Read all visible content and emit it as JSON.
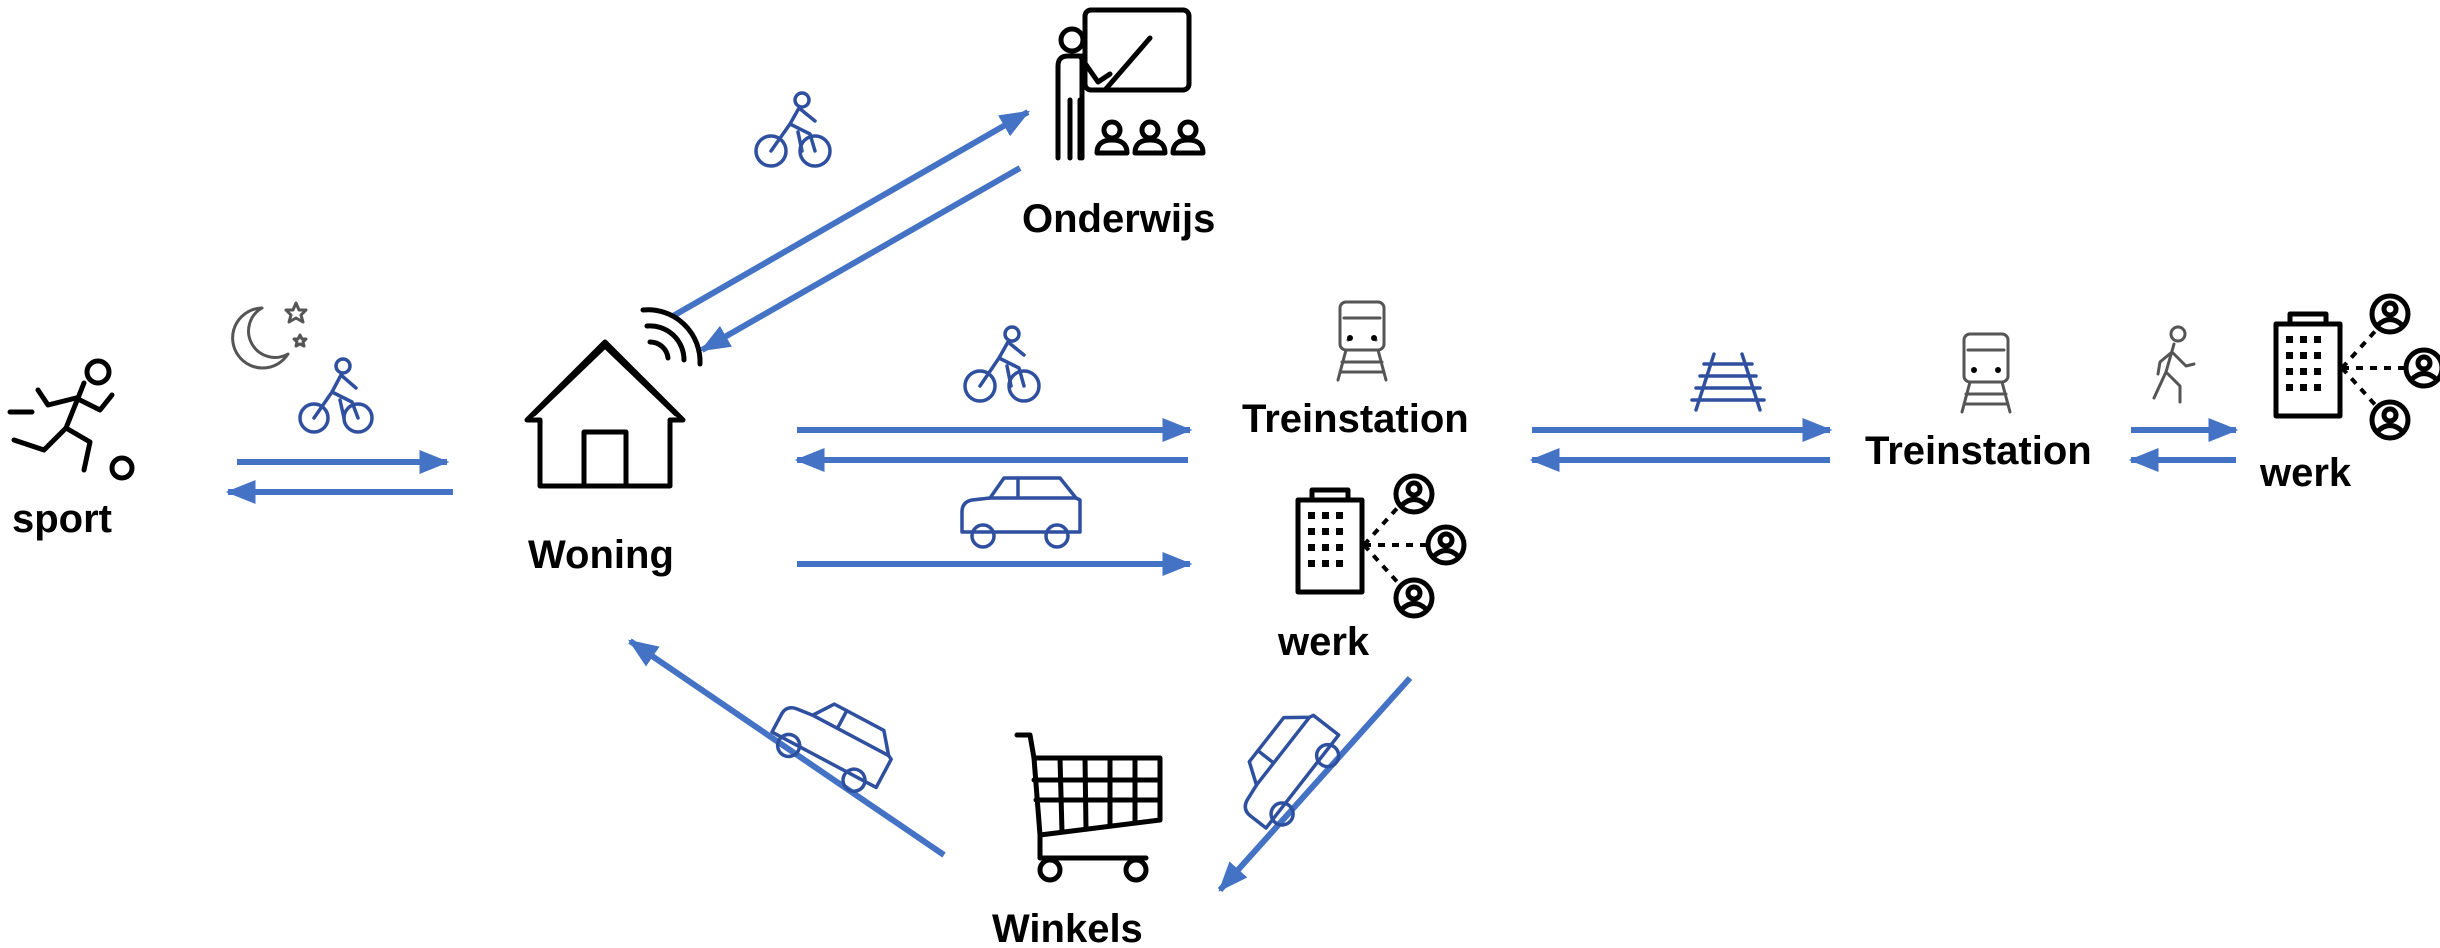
{
  "labels": {
    "sport": "sport",
    "woning": "Woning",
    "onderwijs": "Onderwijs",
    "treinstation_1": "Treinstation",
    "werk_1": "werk",
    "winkels": "Winkels",
    "treinstation_2": "Treinstation",
    "werk_2": "werk"
  },
  "colors": {
    "arrow": "#4472c4",
    "vehicle_icon": "#2f4f9f",
    "icon": "#000000"
  }
}
